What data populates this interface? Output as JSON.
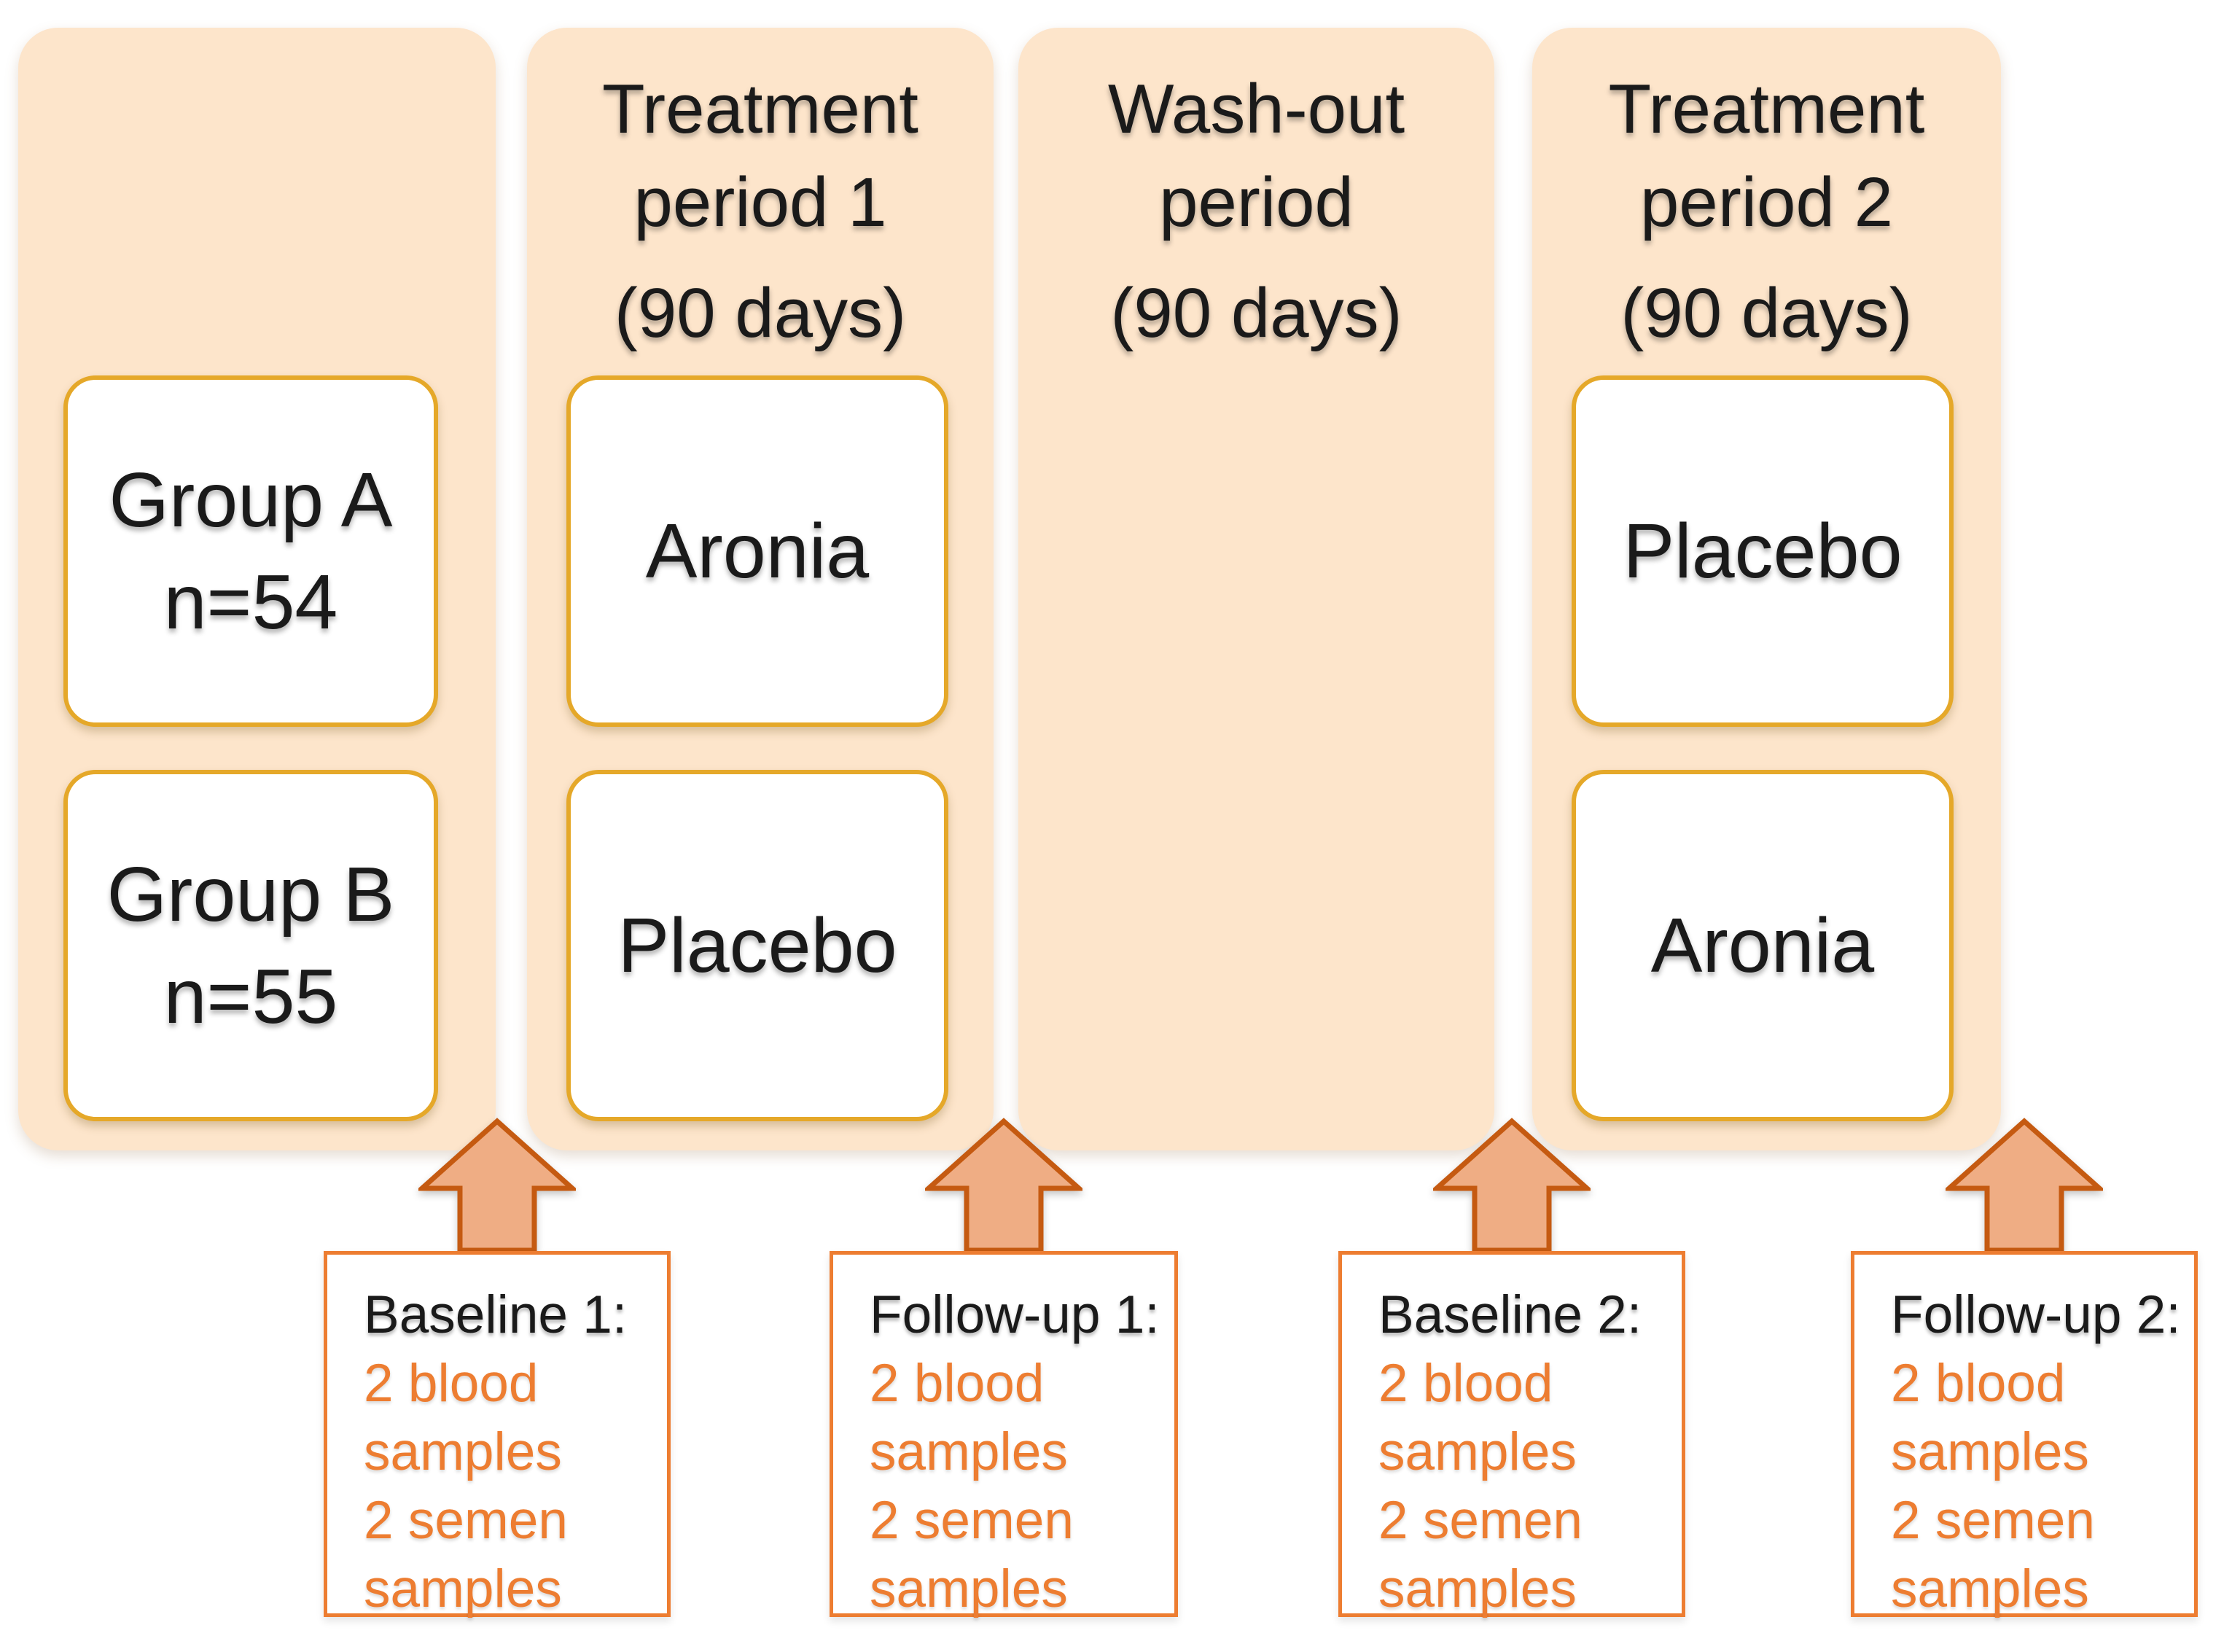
{
  "figure": {
    "description": "Cross-over study design flow diagram",
    "colors": {
      "column_fill": "#FDE5CB",
      "inner_box_border": "#E5A829",
      "accent_orange": "#ED7D31",
      "arrow_fill": "#EFAD84",
      "arrow_border": "#C55A11",
      "text_black": "#1A1A1A",
      "background": "#FFFFFF"
    }
  },
  "columns": [
    {
      "title": "",
      "subtitle": "",
      "box1": {
        "line1": "Group A",
        "line2": "n=54"
      },
      "box2": {
        "line1": "Group B",
        "line2": "n=55"
      }
    },
    {
      "title": "Treatment period 1",
      "subtitle": "(90 days)",
      "box1": {
        "line1": "Aronia"
      },
      "box2": {
        "line1": "Placebo"
      }
    },
    {
      "title": "Wash-out period",
      "subtitle": "(90 days)"
    },
    {
      "title": "Treatment period 2",
      "subtitle": "(90 days)",
      "box1": {
        "line1": "Placebo"
      },
      "box2": {
        "line1": "Aronia"
      }
    }
  ],
  "callouts": [
    {
      "label": "Baseline 1:",
      "item1": "2 blood samples",
      "item2": "2 semen samples"
    },
    {
      "label": "Follow-up 1:",
      "item1": "2 blood samples",
      "item2": "2 semen samples"
    },
    {
      "label": "Baseline 2:",
      "item1": "2 blood samples",
      "item2": "2 semen samples"
    },
    {
      "label": "Follow-up 2:",
      "item1": "2 blood samples",
      "item2": "2 semen samples"
    }
  ]
}
